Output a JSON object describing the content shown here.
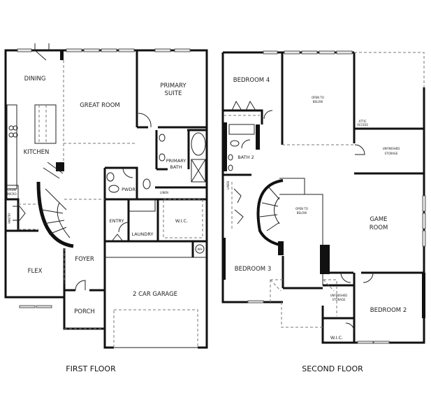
{
  "first_floor": {
    "caption": "FIRST FLOOR",
    "rooms": {
      "dining": "DINING",
      "great_room": "GREAT ROOM",
      "primary_suite_1": "PRIMARY",
      "primary_suite_2": "SUITE",
      "kitchen": "KITCHEN",
      "primary_bath_1": "PRIMARY",
      "primary_bath_2": "BATH",
      "pwdr": "PWDR",
      "linen": "LINEN",
      "entry": "ENTRY",
      "laundry": "LAUNDRY",
      "wic": "W.I.C.",
      "flex": "FLEX",
      "foyer": "FOYER",
      "porch": "PORCH",
      "garage": "2 CAR GARAGE",
      "pantry": "PANTRY",
      "oven_micro_1": "OVEN/",
      "oven_micro_2": "MICRO",
      "water_heater": "WH"
    }
  },
  "second_floor": {
    "caption": "SECOND FLOOR",
    "rooms": {
      "bedroom4": "BEDROOM 4",
      "open_to_below_top_1": "OPEN TO",
      "open_to_below_top_2": "BELOW",
      "attic_1": "ATTIC",
      "attic_2": "ACCESS",
      "unfinished_storage_1": "UNFINISHED",
      "unfinished_storage_2": "STORAGE",
      "bath2": "BATH 2",
      "linen": "LINEN",
      "open_to_below_stair_1": "OPEN TO",
      "open_to_below_stair_2": "BELOW",
      "game_room_1": "GAME",
      "game_room_2": "ROOM",
      "bedroom3": "BEDROOM 3",
      "unfinished_storage_small_1": "UNFINISHED",
      "unfinished_storage_small_2": "STORAGE",
      "bedroom2": "BEDROOM 2",
      "wic": "W.I.C."
    }
  }
}
